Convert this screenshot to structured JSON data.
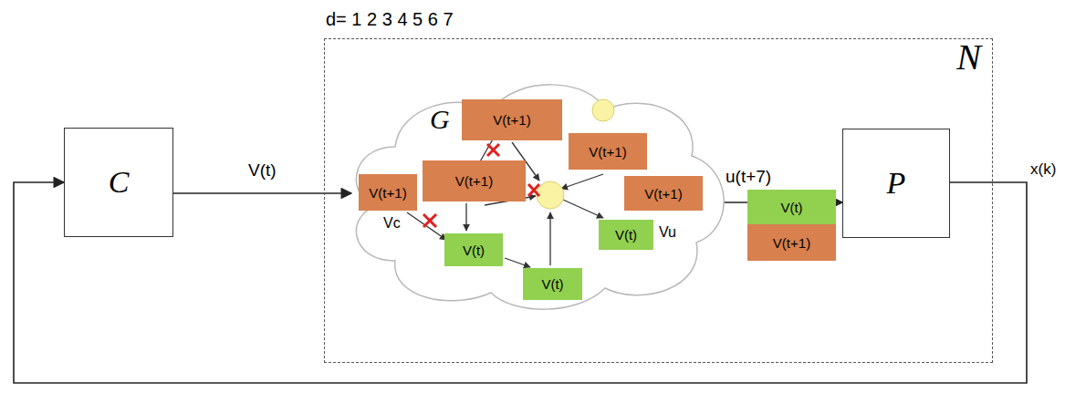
{
  "diagram": {
    "nodes": [
      {
        "text": [
          "C"
        ]
      },
      {
        "text": [
          "N"
        ]
      },
      {
        "text": [
          "G"
        ],
        "in": 1
      },
      {
        "text": [
          "V(t+1)"
        ],
        "in": 2
      },
      {
        "text": [
          "V(t+1)"
        ],
        "in": 2
      },
      {
        "text": [
          "V(t+1)"
        ],
        "in": 2
      },
      {
        "text": [
          "V(t+1)"
        ],
        "in": 2
      },
      {
        "text": [
          "V(t+1)"
        ],
        "in": 2
      },
      {
        "text": [
          "V(t)"
        ],
        "in": 2
      },
      {
        "text": [
          "V(t)"
        ],
        "in": 2
      },
      {
        "text": [
          "V(t)"
        ],
        "in": 2
      },
      {
        "text": [
          "P"
        ],
        "in": 1
      },
      {
        "text": [
          "V(t)"
        ],
        "in": 1
      },
      {
        "text": [
          "V(t+1)"
        ],
        "in": 1
      }
    ],
    "edges": [
      {
        "from": 0,
        "to": 2,
        "arrow": "to",
        "label": "V(t)"
      },
      {
        "from": 2,
        "to": 11,
        "arrow": "to",
        "label": "u(t+7)"
      },
      {
        "from": 11,
        "to": 0,
        "arrow": "to",
        "label": "x(k)"
      }
    ],
    "labels": [
      "d= 1 2 3 4 5 6 7",
      "Vc",
      "Vu"
    ]
  }
}
